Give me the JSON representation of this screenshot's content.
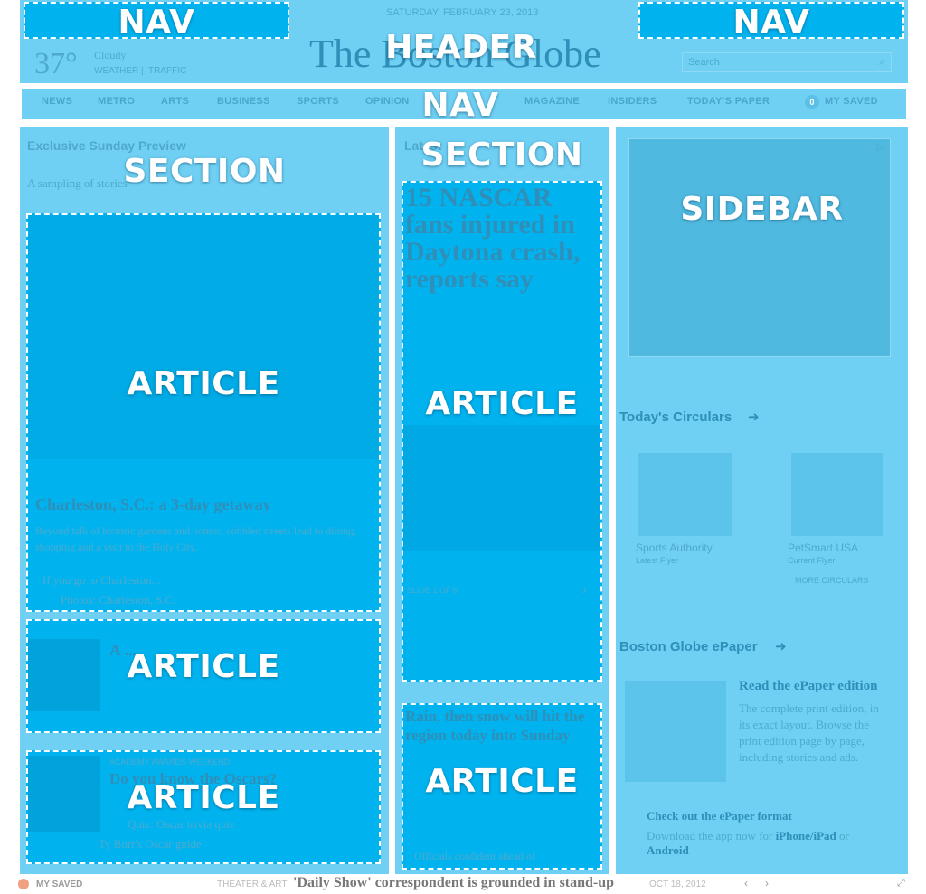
{
  "labels": {
    "nav": "NAV",
    "header": "HEADER",
    "section": "SECTION",
    "article": "ARTICLE",
    "sidebar": "SIDEBAR"
  },
  "masthead": {
    "date": "SATURDAY, FEBRUARY 23, 2013",
    "logo": "The Boston Globe",
    "temperature": "37°",
    "condition": "Cloudy",
    "weather_link": "WEATHER",
    "traffic_link": "TRAFFIC",
    "search_placeholder": "Search"
  },
  "nav_items": [
    "NEWS",
    "METRO",
    "ARTS",
    "BUSINESS",
    "SPORTS",
    "OPINION",
    "MAGAZINE",
    "INSIDERS",
    "TODAY'S PAPER"
  ],
  "my_saved": "MY SAVED",
  "my_saved_count": "0",
  "left_column": {
    "heading": "Exclusive Sunday Preview",
    "intro": "A sampling of stories",
    "story_title": "Charleston, S.C.: a 3-day getaway",
    "story_text": "Beyond talk of historic gardens and homes, cobbled streets lead to dining, shopping and a visit to the Holy City.",
    "link_1": "If you go to Charleston...",
    "link_2": "Photos: Charleston, S.C.",
    "article2_title": "A ...",
    "article3_kicker": "ACADEMY AWARDS WEEKEND",
    "article3_title": "Do you know the Oscars?",
    "article3_link": "Quiz: Oscar trivia quiz",
    "article3_bullet": "Ty Burr's Oscar guide"
  },
  "middle_column": {
    "heading": "Latest",
    "headline": "15 NASCAR fans injured in Daytona crash, reports say",
    "slide": "SLIDE 1 OF 6",
    "lede_2": "Rain, then snow will hit the region today into Sunday",
    "bullet": "Officials confident ahead of"
  },
  "sidebar": {
    "circulars_heading": "Today's Circulars",
    "circular_1_name": "Sports Authority",
    "circular_1_sub": "Latest Flyer",
    "circular_2_name": "PetSmart USA",
    "circular_2_sub": "Current Flyer",
    "more_circulars": "MORE CIRCULARS",
    "epaper_heading": "Boston Globe ePaper",
    "epaper_title": "Read the ePaper edition",
    "epaper_text": "The complete print edition, in its exact layout. Browse the print edition page by page, including stories and ads.",
    "epaper_link_1": "Check out the ePaper format",
    "epaper_link_2a": "Download the app now for",
    "epaper_link_2b": "iPhone/iPad",
    "epaper_link_2c": "or",
    "epaper_link_2d": "Android"
  },
  "footer_bar": {
    "my_saved": "MY SAVED",
    "kicker": "THEATER & ART",
    "headline": "'Daily Show' correspondent is grounded in stand-up",
    "date": "OCT 18, 2012"
  }
}
